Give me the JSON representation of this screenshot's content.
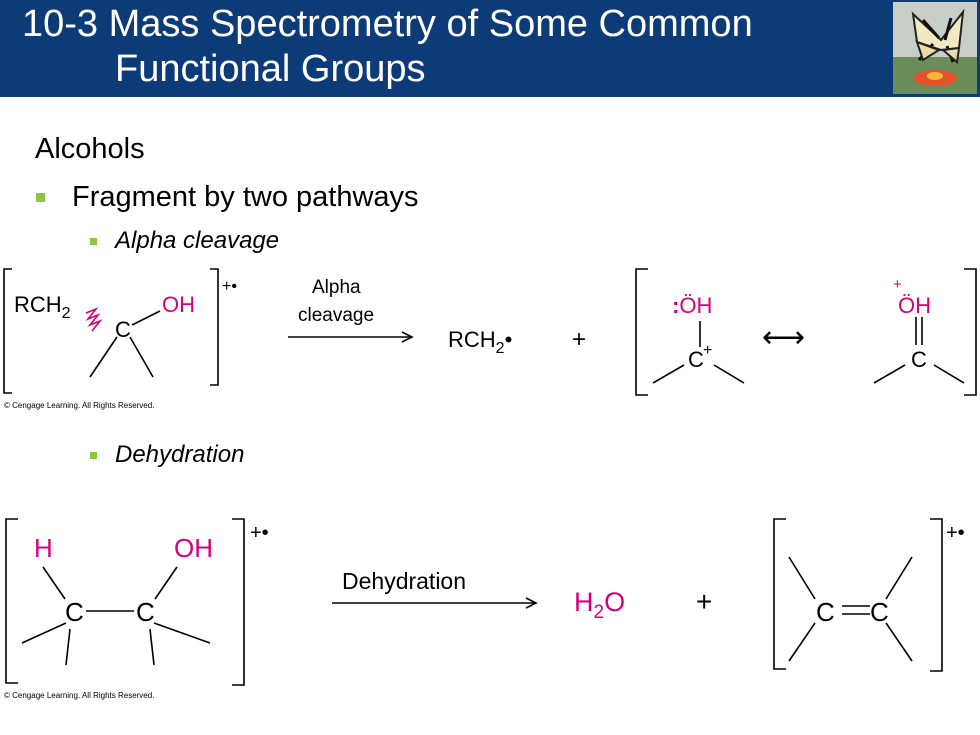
{
  "header": {
    "title_line1": "10-3 Mass Spectrometry of Some Common",
    "title_line2": "Functional Groups",
    "image_icon": "butterfly-photo"
  },
  "content": {
    "heading": "Alcohols",
    "bullet_level1": "Fragment by two pathways",
    "bullet_alpha": "Alpha cleavage",
    "bullet_dehydration": "Dehydration"
  },
  "scheme_alpha": {
    "reactant_left": "RCH",
    "reactant_sub": "2",
    "reactant_oh": "OH",
    "reactant_c": "C",
    "radical_cation": "+•",
    "arrow_label_line1": "Alpha",
    "arrow_label_line2": "cleavage",
    "product_radical": "RCH",
    "product_sub": "2",
    "product_dot": "•",
    "plus": "+",
    "resonance_oh1_colon": ":",
    "resonance_oh1": "ÖH",
    "resonance_c1": "C",
    "resonance_c1_charge": "+",
    "resonance_arrow": "⟷",
    "resonance_charge2": "+",
    "resonance_oh2": "ÖH",
    "resonance_c2": "C",
    "copyright": "© Cengage Learning. All Rights Reserved."
  },
  "scheme_dehydration": {
    "h": "H",
    "oh": "OH",
    "c1": "C",
    "c2": "C",
    "radical_cation": "+•",
    "arrow_label": "Dehydration",
    "water_h": "H",
    "water_sub": "2",
    "water_o": "O",
    "plus": "+",
    "alkene_c1": "C",
    "alkene_c2": "C",
    "product_charge": "+•",
    "copyright": "© Cengage Learning. All Rights Reserved."
  },
  "colors": {
    "header_bg": "#0d3b78",
    "accent_magenta": "#d6007e",
    "bullet_green": "#8dc63f"
  }
}
